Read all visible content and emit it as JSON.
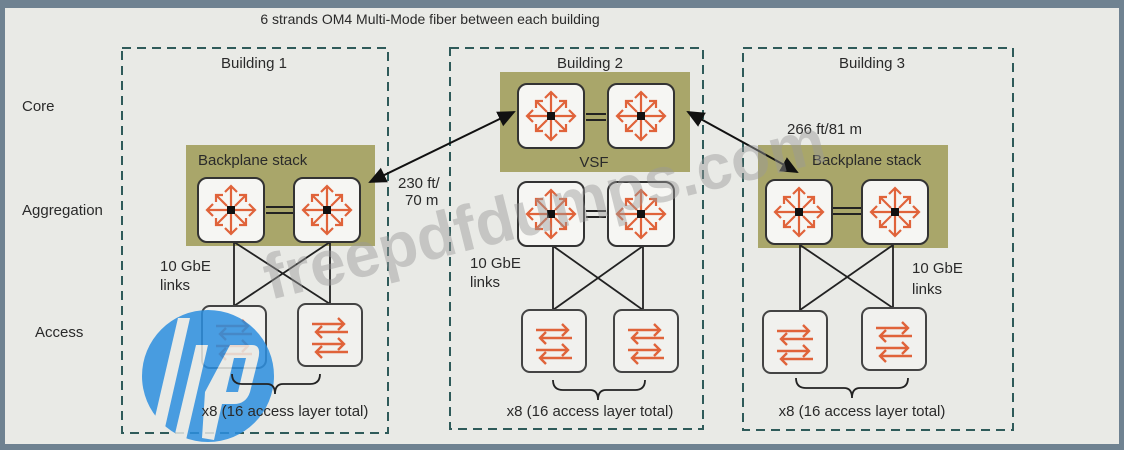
{
  "title": "6 strands OM4 Multi-Mode fiber between each building",
  "layers": {
    "core": "Core",
    "aggregation": "Aggregation",
    "access": "Access"
  },
  "buildings": [
    {
      "name": "Building 1",
      "group_label": "Backplane stack",
      "links_label_1": "10 GbE",
      "links_label_2": "links",
      "access_note": "x8 (16 access layer total)"
    },
    {
      "name": "Building 2",
      "group_label": "VSF",
      "links_label_1": "10 GbE",
      "links_label_2": "links",
      "access_note": "x8 (16 access layer total)"
    },
    {
      "name": "Building 3",
      "group_label": "Backplane stack",
      "links_label_1": "10 GbE",
      "links_label_2": "links",
      "access_note": "x8 (16 access layer total)"
    }
  ],
  "distances": {
    "b1_b2_line1": "230 ft/",
    "b1_b2_line2": "70 m",
    "b2_b3": "266 ft/81 m"
  },
  "watermark": "freepdfdumps.com",
  "colors": {
    "group_fill": "#a9a66a",
    "icon_orange": "#e0633a",
    "frame": "#6f8291",
    "boundary": "#2f5b5a",
    "logo_blue": "#2c8fe0"
  }
}
